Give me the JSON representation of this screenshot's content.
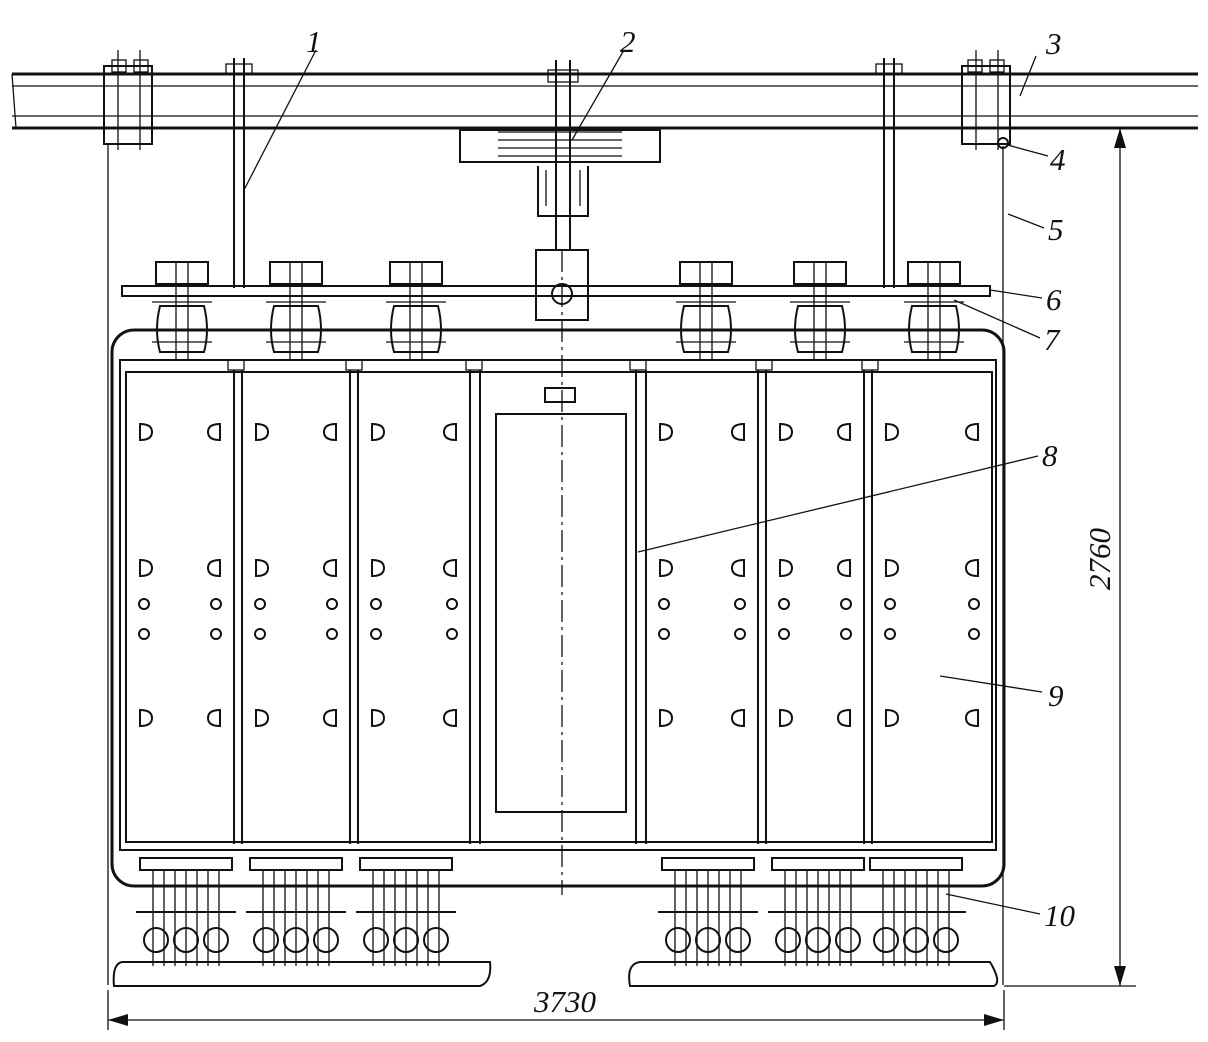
{
  "drawing": {
    "callouts": [
      "1",
      "2",
      "3",
      "4",
      "5",
      "6",
      "7",
      "8",
      "9",
      "10"
    ],
    "dimension_height": "2760",
    "dimension_width": "3730"
  }
}
